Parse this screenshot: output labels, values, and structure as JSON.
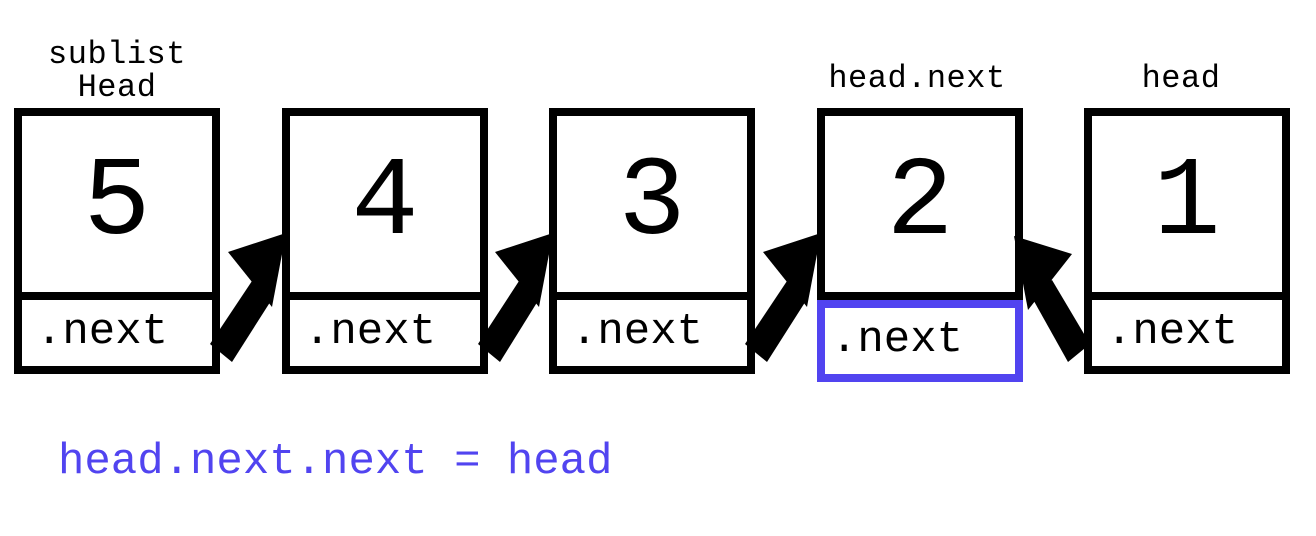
{
  "nodes": [
    {
      "value": "5",
      "label": "sublist\nHead",
      "next_label": ".next"
    },
    {
      "value": "4",
      "label": "",
      "next_label": ".next"
    },
    {
      "value": "3",
      "label": "",
      "next_label": ".next"
    },
    {
      "value": "2",
      "label": "head.next",
      "next_label": ".next",
      "highlighted": true
    },
    {
      "value": "1",
      "label": "head",
      "next_label": ".next"
    }
  ],
  "code": "head.next.next = head",
  "colors": {
    "stroke": "#000000",
    "highlight": "#5144f0",
    "background": "#ffffff"
  }
}
